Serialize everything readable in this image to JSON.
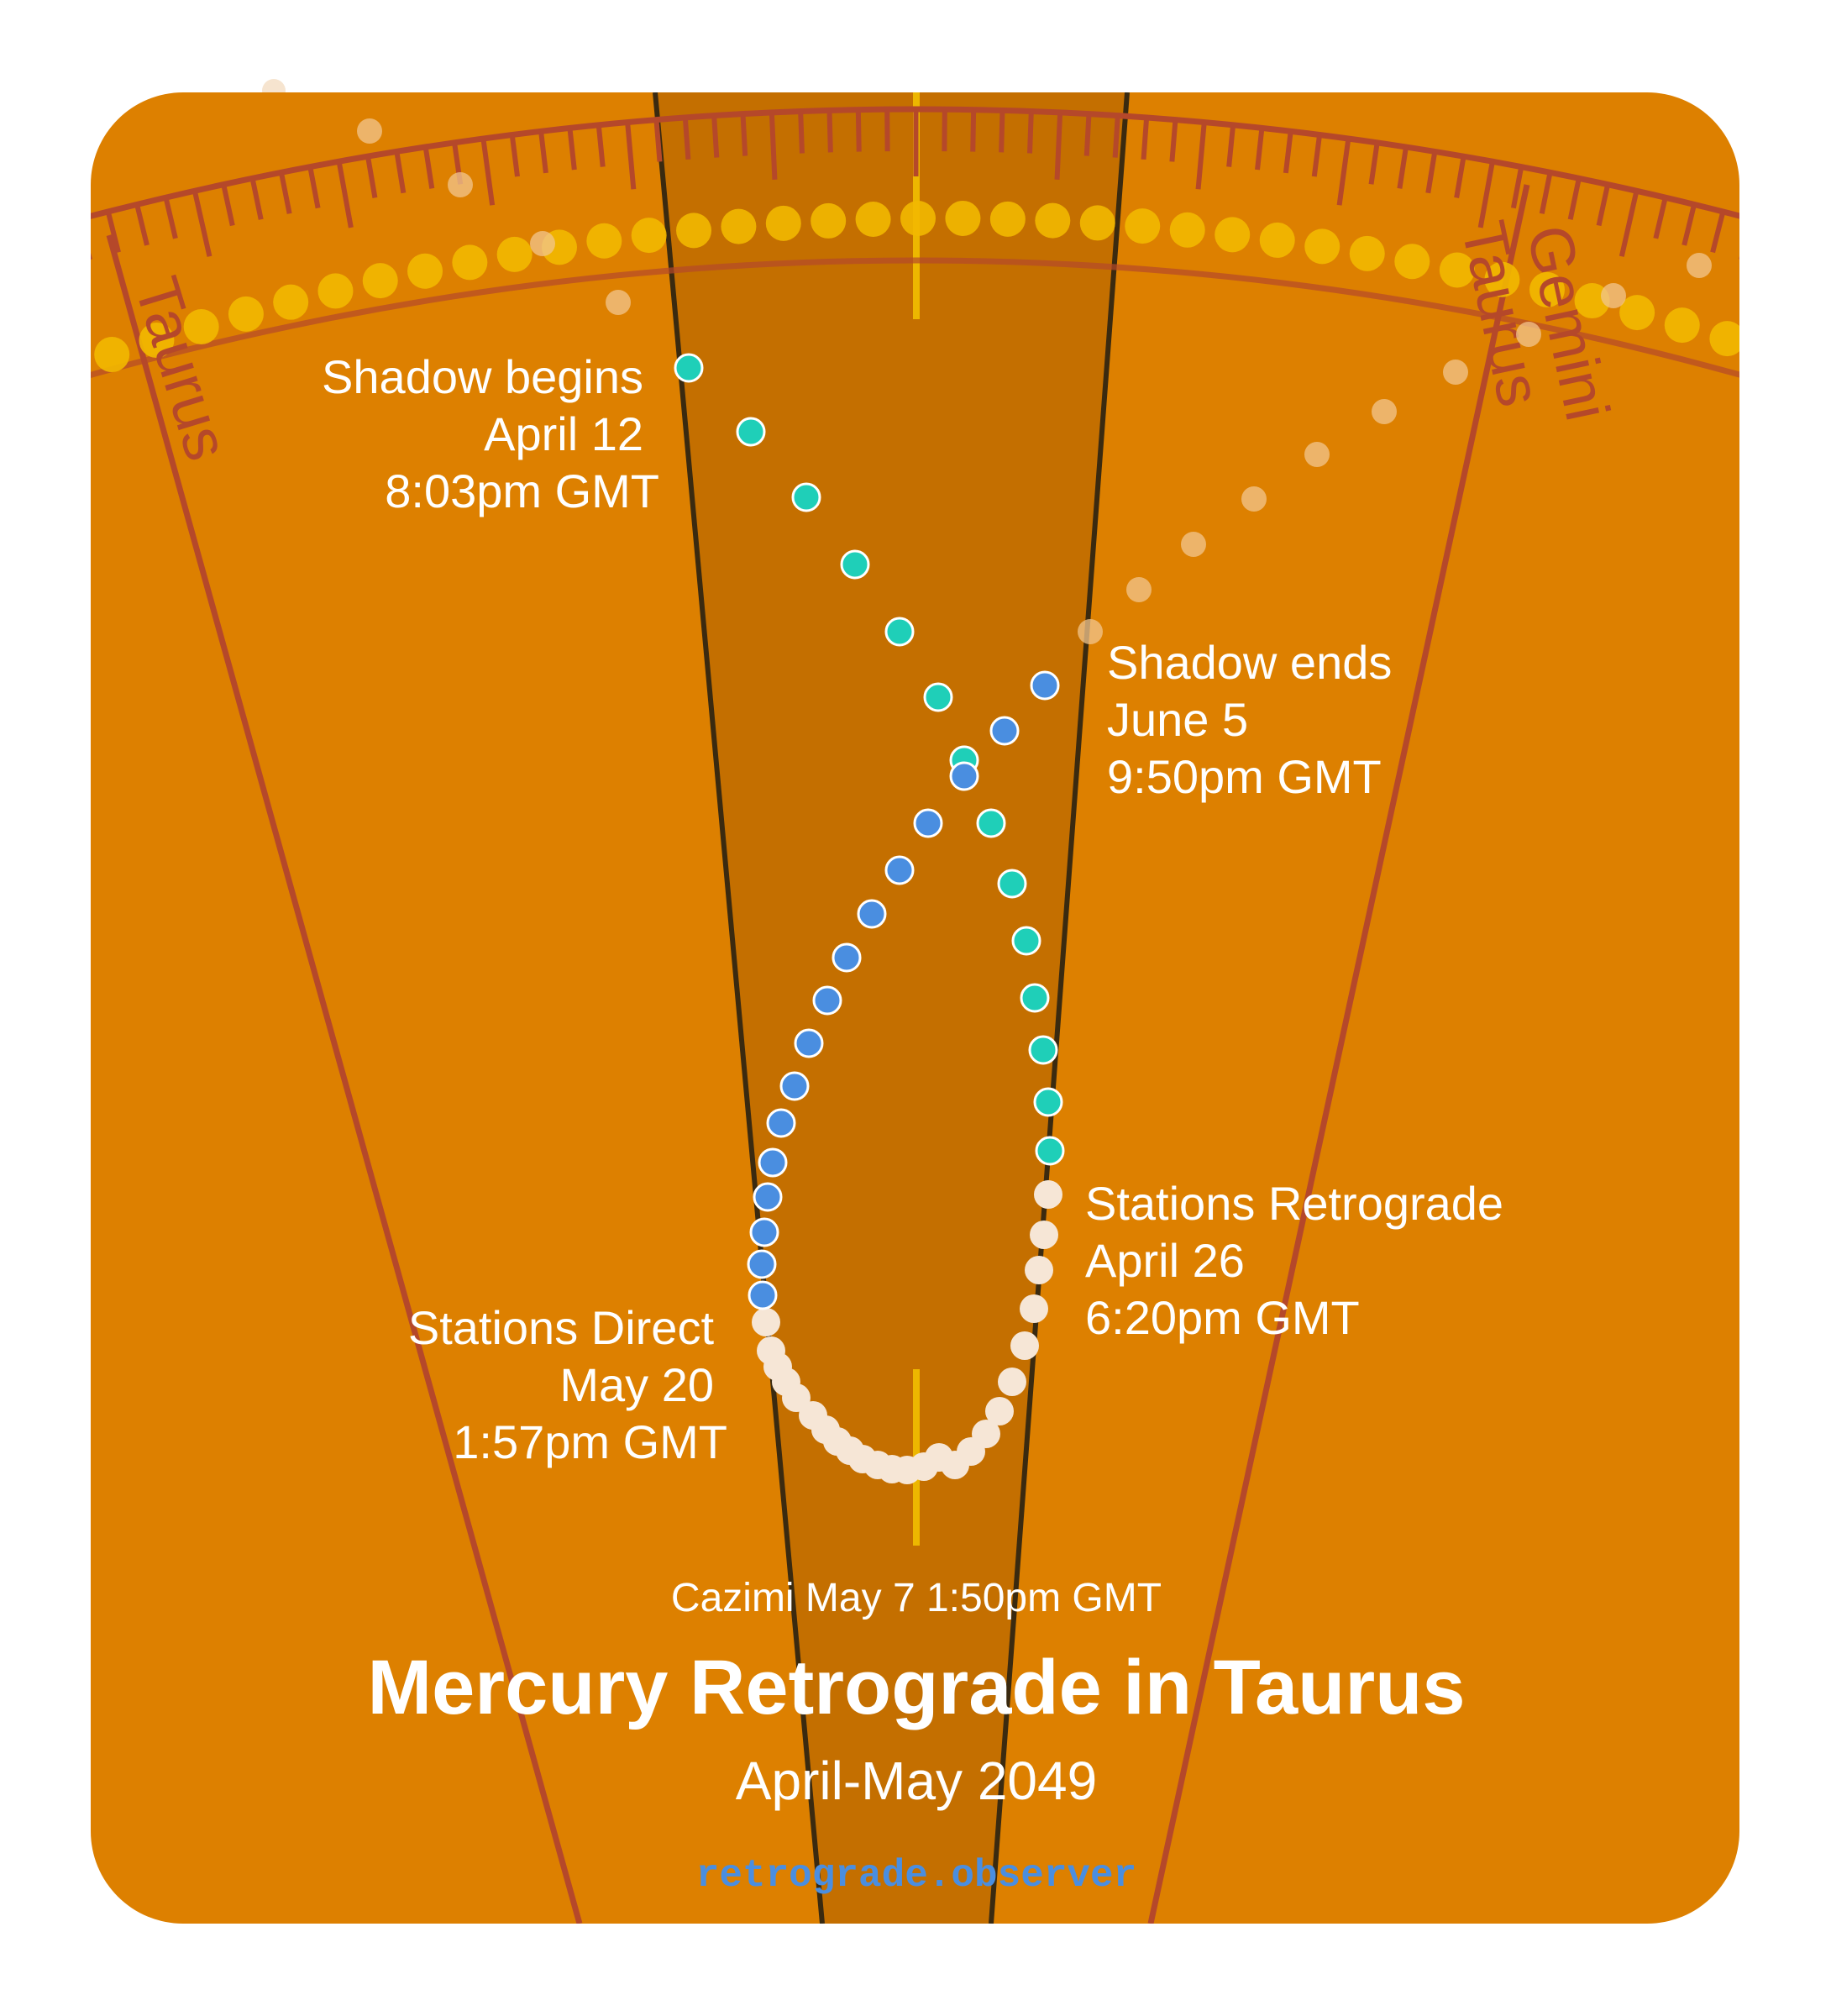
{
  "colors": {
    "background": "#dd8000",
    "retro_band": "#c46f00",
    "band_edge": "#3a2a10",
    "wheel": "#b5482a",
    "sun_dot": "#f2b800",
    "cazimi_line": "#f5c400",
    "shadow_dot": "#1fcfb8",
    "retrograde_dot": "#f6e6d6",
    "direct_dot": "#4a8ee0",
    "ghost_dot": "#f2c58e",
    "label": "#ffffff",
    "site": "#4a8ee0"
  },
  "wheel": {
    "sign_labels": [
      "Taurus",
      "Taurus",
      "Gemini"
    ]
  },
  "events": {
    "shadow_begins": {
      "title": "Shadow begins",
      "date": "April 12",
      "time": "8:03pm GMT"
    },
    "shadow_ends": {
      "title": "Shadow ends",
      "date": "June 5",
      "time": "9:50pm GMT"
    },
    "stations_retrograde": {
      "title": "Stations Retrograde",
      "date": "April 26",
      "time": "6:20pm GMT"
    },
    "stations_direct": {
      "title": "Stations Direct",
      "date": "May 20",
      "time": "1:57pm GMT"
    },
    "cazimi": "Cazimi May 7 1:50pm GMT"
  },
  "title": "Mercury Retrograde in Taurus",
  "subtitle": "April-May 2049",
  "site": "retrograde.observer"
}
